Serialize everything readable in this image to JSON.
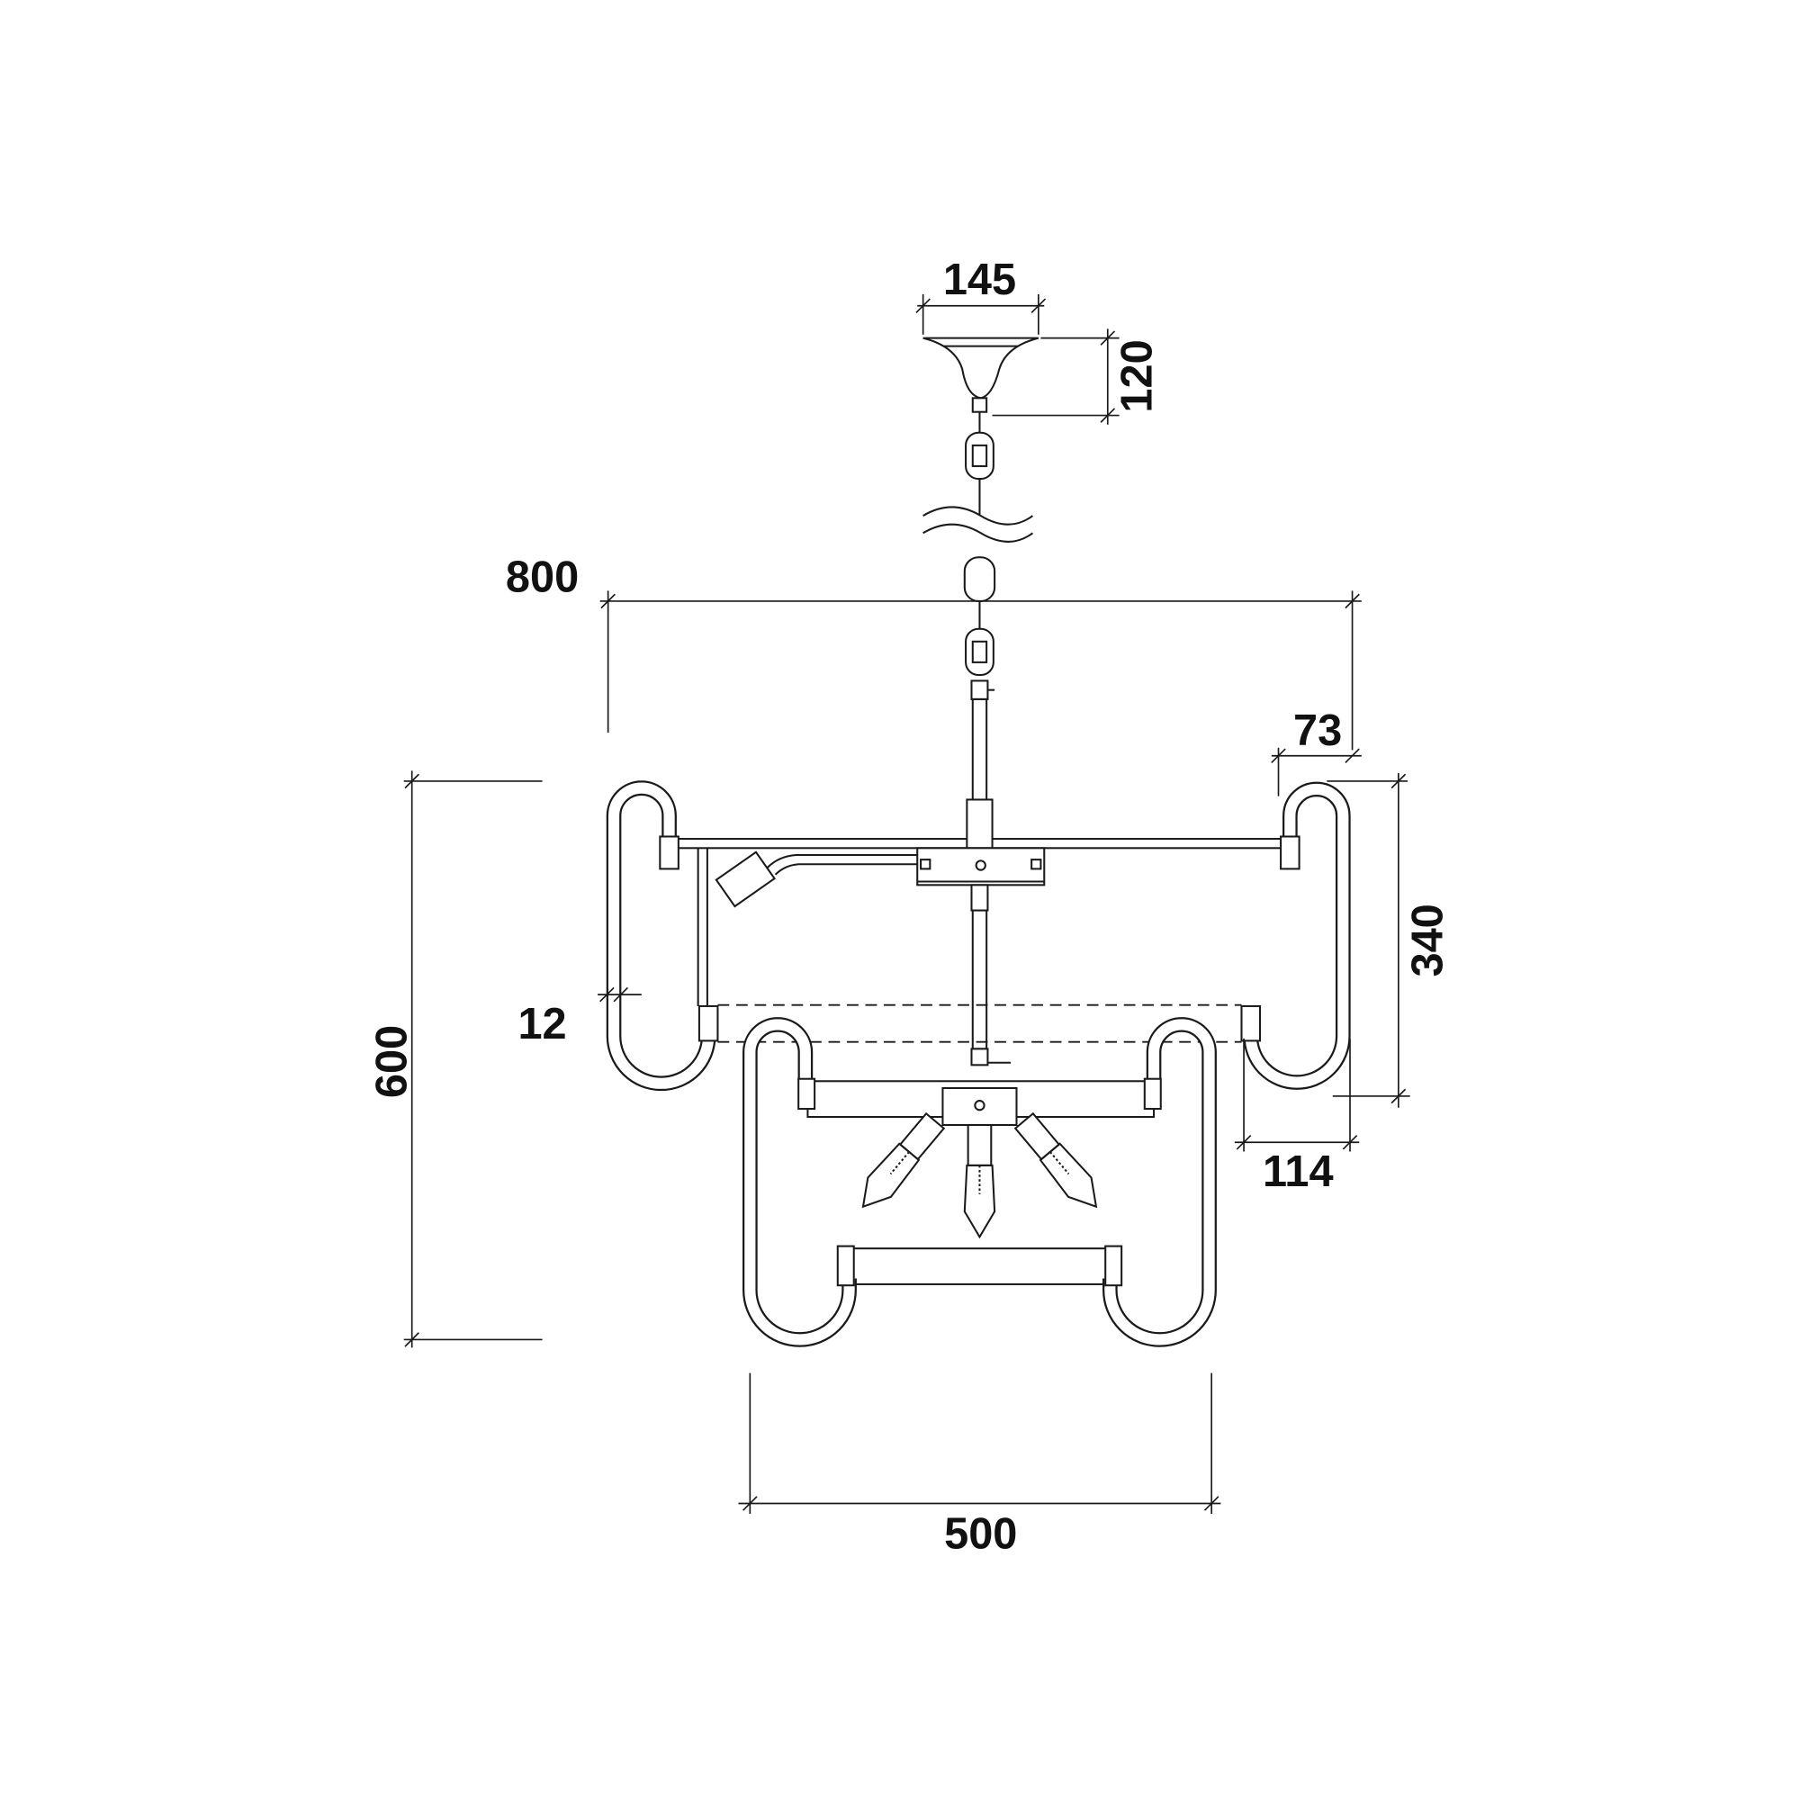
{
  "drawing": {
    "subject": "chandelier",
    "colors": {
      "line": "#1a1a1a",
      "background": "#ffffff"
    },
    "dimensions": {
      "canopy_width": "145",
      "canopy_height": "120",
      "overall_width": "800",
      "arm_top_width": "73",
      "upper_tier_height": "340",
      "tube_diameter": "12",
      "overall_height": "600",
      "arm_bottom_width": "114",
      "lower_width": "500"
    }
  }
}
